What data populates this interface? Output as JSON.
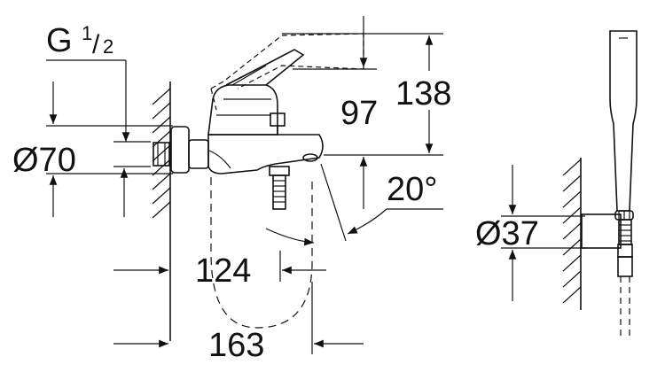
{
  "labels": {
    "thread_g": "G",
    "thread_num": "1",
    "thread_slash": "/",
    "thread_den": "2",
    "dia_rosette": "Ø70",
    "height_97": "97",
    "height_138": "138",
    "angle": "20°",
    "depth_124": "124",
    "depth_163": "163",
    "dia_holder": "Ø37"
  },
  "colors": {
    "line": "#111111",
    "background": "#ffffff"
  }
}
